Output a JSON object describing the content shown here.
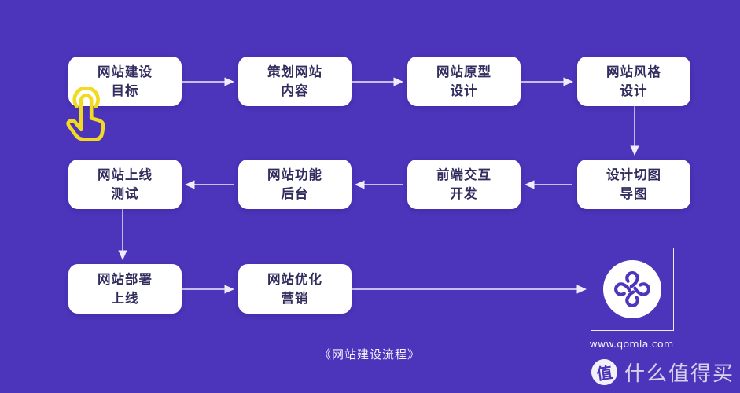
{
  "colors": {
    "background": "#4C34BB",
    "node_fill": "#FFFFFF",
    "node_text": "#322D5F",
    "arrow": "#F0EDFB",
    "hand_icon": "#F2DA20"
  },
  "nodes": {
    "goal": {
      "label": "网站建设\n目标"
    },
    "plan": {
      "label": "策划网站\n内容"
    },
    "prototype": {
      "label": "网站原型\n设计"
    },
    "style": {
      "label": "网站风格\n设计"
    },
    "slicing": {
      "label": "设计切图\n导图"
    },
    "frontend": {
      "label": "前端交互\n开发"
    },
    "backend": {
      "label": "网站功能\n后台"
    },
    "testing": {
      "label": "网站上线\n测试"
    },
    "deploy": {
      "label": "网站部署\n上线"
    },
    "marketing": {
      "label": "网站优化\n营销"
    }
  },
  "edges": [
    {
      "from": "goal",
      "to": "plan"
    },
    {
      "from": "plan",
      "to": "prototype"
    },
    {
      "from": "prototype",
      "to": "style"
    },
    {
      "from": "style",
      "to": "slicing"
    },
    {
      "from": "slicing",
      "to": "frontend"
    },
    {
      "from": "frontend",
      "to": "backend"
    },
    {
      "from": "backend",
      "to": "testing"
    },
    {
      "from": "testing",
      "to": "deploy"
    },
    {
      "from": "deploy",
      "to": "marketing"
    },
    {
      "from": "marketing",
      "to": "logo"
    }
  ],
  "caption": "《网站建设流程》",
  "logo": {
    "website": "www.qomla.com"
  },
  "watermark": {
    "badge": "值",
    "brand": "什么值得买"
  }
}
